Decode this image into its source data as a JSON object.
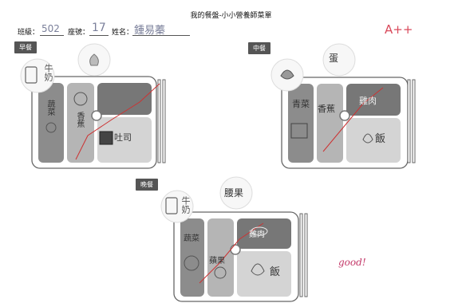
{
  "header": {
    "title": "我的餐盤-小小營養師菜單",
    "class_label": "班級：",
    "class_value": "502",
    "seat_label": "座號：",
    "seat_value": "17",
    "name_label": "姓名：",
    "name_value": "鍾易蓁"
  },
  "grade": "A++",
  "comment": "good!",
  "meals": {
    "breakfast": {
      "label": "早餐",
      "items": [
        "牛奶",
        "蔬菜",
        "香蕉",
        "吐司"
      ]
    },
    "lunch": {
      "label": "中餐",
      "items": [
        "蛋",
        "青菜",
        "香蕉",
        "雞肉",
        "飯"
      ]
    },
    "dinner": {
      "label": "晚餐",
      "items": [
        "牛奶",
        "腰果",
        "蔬菜",
        "蘋果",
        "雞肉",
        "飯"
      ]
    }
  }
}
